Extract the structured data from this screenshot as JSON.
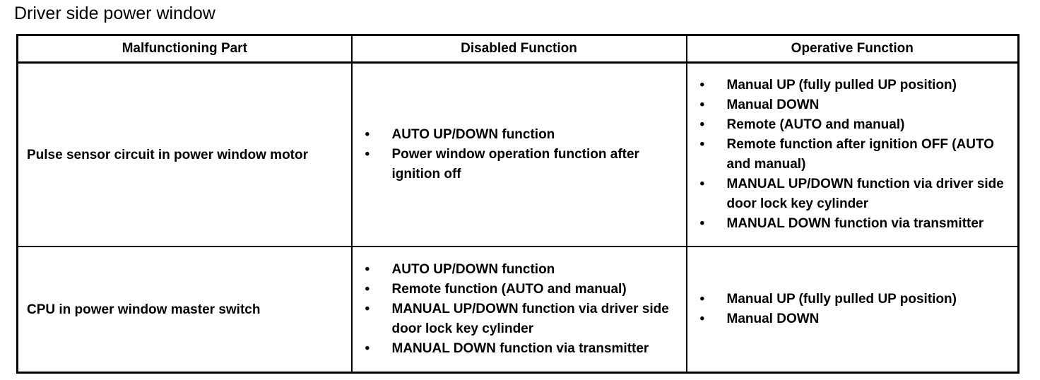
{
  "title": "Driver side power window",
  "table": {
    "headers": [
      "Malfunctioning Part",
      "Disabled Function",
      "Operative Function"
    ],
    "rows": [
      {
        "part": "Pulse sensor circuit in power window motor",
        "disabled": [
          "AUTO UP/DOWN function",
          "Power window operation function after ignition off"
        ],
        "operative": [
          "Manual UP (fully pulled UP position)",
          "Manual DOWN",
          "Remote (AUTO and manual)",
          "Remote function after ignition OFF (AUTO and manual)",
          "MANUAL UP/DOWN function via driver side door lock key cylinder",
          "MANUAL DOWN function via transmitter"
        ]
      },
      {
        "part": "CPU in power window master switch",
        "disabled": [
          "AUTO UP/DOWN function",
          "Remote function (AUTO and manual)",
          "MANUAL UP/DOWN function via driver side door lock key cylinder",
          "MANUAL DOWN function via transmitter"
        ],
        "operative": [
          "Manual UP (fully pulled UP position)",
          "Manual DOWN"
        ]
      }
    ]
  },
  "bullet_glyph": "•",
  "colors": {
    "text": "#000000",
    "background": "#ffffff",
    "border": "#000000"
  }
}
